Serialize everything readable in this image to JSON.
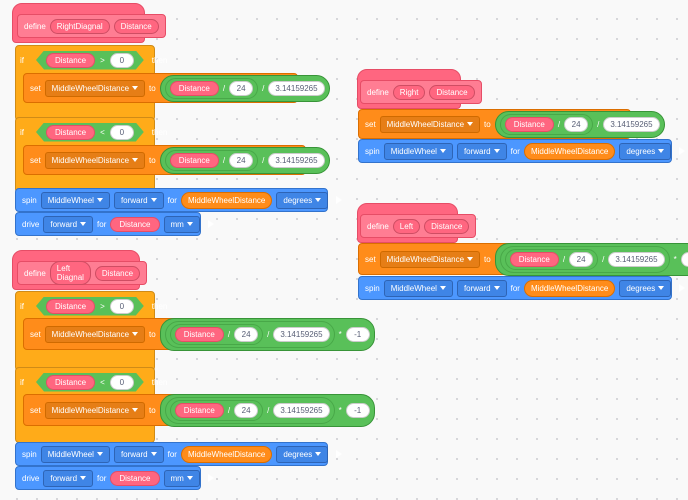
{
  "words": {
    "define": "define",
    "if": "if",
    "then": "then",
    "set": "set",
    "to": "to",
    "spin": "spin",
    "for": "for",
    "drive": "drive"
  },
  "values": {
    "param": "Distance",
    "zero": "0",
    "gt": ">",
    "lt": "<",
    "div": "/",
    "mul": "*",
    "twentyfour": "24",
    "pi": "3.14159265",
    "neg_one": "-1",
    "var_name": "MiddleWheelDistance",
    "motor": "MiddleWheel",
    "direction": "forward",
    "units_degrees": "degrees",
    "units_mm": "mm"
  },
  "scripts": {
    "right_diagonal": {
      "name": "RightDiagnal"
    },
    "left_diagonal": {
      "name": "Left Diagnal"
    },
    "right": {
      "name": "Right"
    },
    "left": {
      "name": "Left"
    }
  }
}
